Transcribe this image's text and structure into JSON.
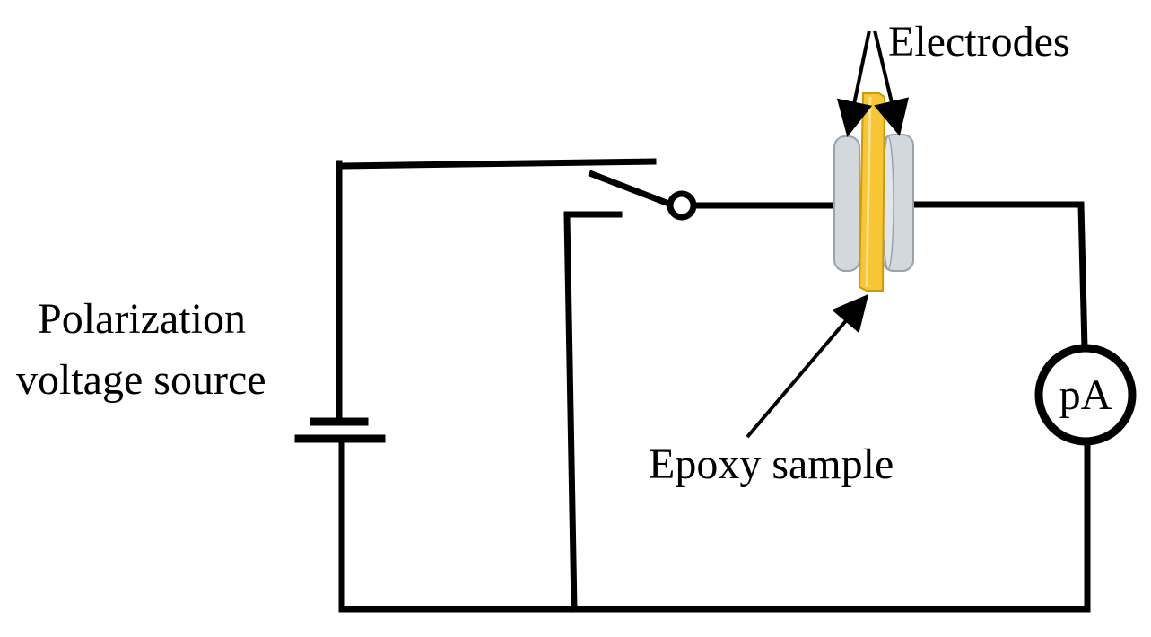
{
  "labels": {
    "electrodes": "Electrodes",
    "source_line1": "Polarization",
    "source_line2": "voltage source",
    "sample": "Epoxy sample",
    "meter": "pA"
  },
  "colors": {
    "wire": "#000000",
    "electrode_fill": "#d3d8dd",
    "electrode_edge": "#9aa3ab",
    "sample_fill": "#f6c636",
    "sample_edge": "#c99a10",
    "background": "#ffffff"
  }
}
